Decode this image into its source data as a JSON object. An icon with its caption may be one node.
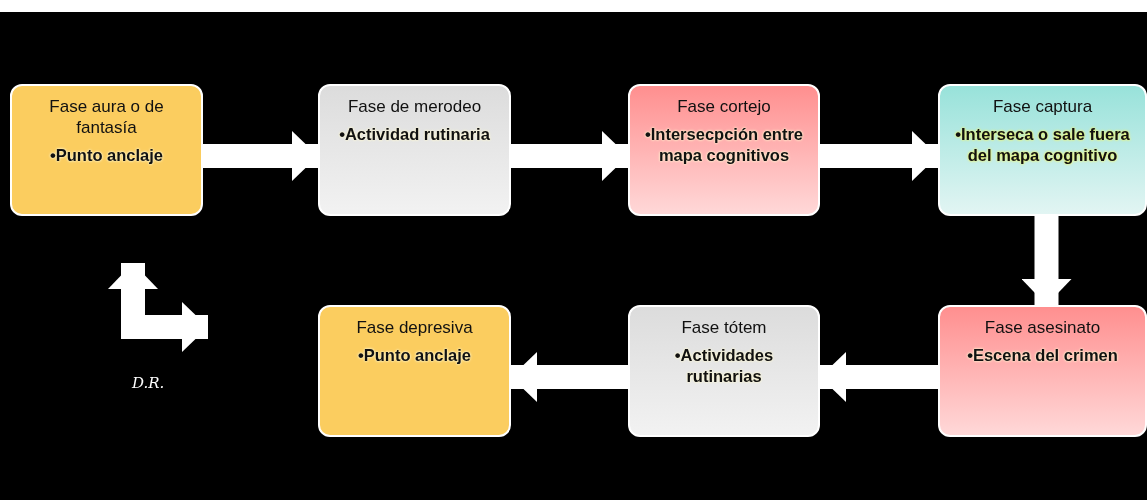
{
  "diagram": {
    "nodes": [
      {
        "text": [
          "Fase aura o de fantasía",
          "•Punto anclaje"
        ]
      },
      {
        "text": [
          "Fase de merodeo",
          "•Actividad rutinaria"
        ]
      },
      {
        "text": [
          "Fase cortejo",
          "•Intersecpción entre mapa cognitivos"
        ]
      },
      {
        "text": [
          "Fase captura",
          "•Interseca o sale fuera del mapa cognitivo"
        ]
      },
      {
        "text": [
          "Fase asesinato",
          "•Escena del crimen"
        ]
      },
      {
        "text": [
          "Fase tótem",
          "•Actividades rutinarias"
        ]
      },
      {
        "text": [
          "Fase depresiva",
          "•Punto anclaje"
        ]
      }
    ],
    "edges": [
      {
        "from": 0,
        "to": 1,
        "arrow": "to"
      },
      {
        "from": 1,
        "to": 2,
        "arrow": "to"
      },
      {
        "from": 2,
        "to": 3,
        "arrow": "to"
      },
      {
        "from": 3,
        "to": 4,
        "arrow": "to"
      },
      {
        "from": 4,
        "to": 5,
        "arrow": "to"
      },
      {
        "from": 5,
        "to": 6,
        "arrow": "to"
      },
      {
        "from": 6,
        "to": 0,
        "arrow": "both"
      }
    ],
    "labels": [
      "D.R."
    ]
  }
}
